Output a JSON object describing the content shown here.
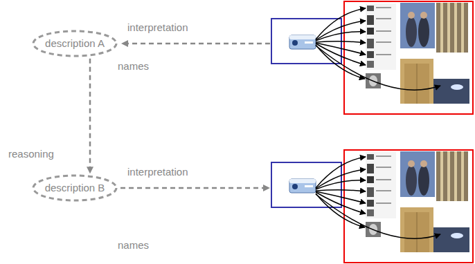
{
  "diagram": {
    "nodes": [
      {
        "text": [
          "description A"
        ]
      },
      {
        "text": [
          "description B"
        ]
      }
    ],
    "edges": [
      {
        "from": 0,
        "to": 1,
        "arrow": "to",
        "label": "reasoning"
      }
    ],
    "labels": [
      "interpretation",
      "names",
      "interpretation",
      "names"
    ]
  }
}
